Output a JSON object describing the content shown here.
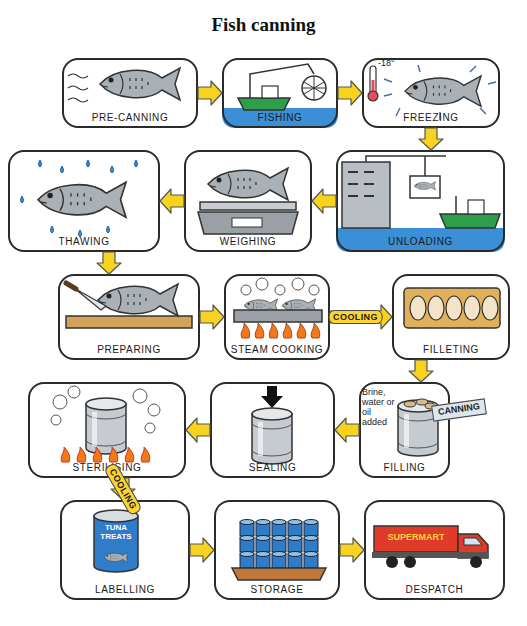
{
  "diagram": {
    "title": "Fish canning",
    "nodes": [
      {
        "text": [
          "PRE-CANNING"
        ]
      },
      {
        "text": [
          "FISHING"
        ]
      },
      {
        "text": [
          "FREEZING"
        ]
      },
      {
        "text": [
          "UNLOADING"
        ]
      },
      {
        "text": [
          "WEIGHING"
        ]
      },
      {
        "text": [
          "THAWING"
        ]
      },
      {
        "text": [
          "PREPARING"
        ]
      },
      {
        "text": [
          "STEAM COOKING"
        ]
      },
      {
        "text": [
          "FILLETING"
        ]
      },
      {
        "text": [
          "FILLING"
        ]
      },
      {
        "text": [
          "SEALING"
        ]
      },
      {
        "text": [
          "STERILISING"
        ]
      },
      {
        "text": [
          "LABELLING"
        ]
      },
      {
        "text": [
          "STORAGE"
        ]
      },
      {
        "text": [
          "DESPATCH"
        ]
      }
    ],
    "edges": [
      {
        "from": 0,
        "to": 1,
        "arrow": "to"
      },
      {
        "from": 1,
        "to": 2,
        "arrow": "to"
      },
      {
        "from": 2,
        "to": 3,
        "arrow": "to"
      },
      {
        "from": 3,
        "to": 4,
        "arrow": "to"
      },
      {
        "from": 4,
        "to": 5,
        "arrow": "to"
      },
      {
        "from": 5,
        "to": 6,
        "arrow": "to"
      },
      {
        "from": 6,
        "to": 7,
        "arrow": "to"
      },
      {
        "from": 7,
        "to": 8,
        "label": "COOLING",
        "arrow": "to"
      },
      {
        "from": 8,
        "to": 9,
        "arrow": "to"
      },
      {
        "from": 9,
        "to": 10,
        "arrow": "to"
      },
      {
        "from": 10,
        "to": 11,
        "arrow": "to"
      },
      {
        "from": 11,
        "to": 12,
        "label": "COOLING",
        "arrow": "to"
      },
      {
        "from": 12,
        "to": 13,
        "arrow": "to"
      },
      {
        "from": 13,
        "to": 14,
        "arrow": "to"
      }
    ],
    "labels": [
      "-18°",
      "Brine, water or oil added",
      "CANNING",
      "TUNA TREATS",
      "SUPERMART"
    ]
  }
}
